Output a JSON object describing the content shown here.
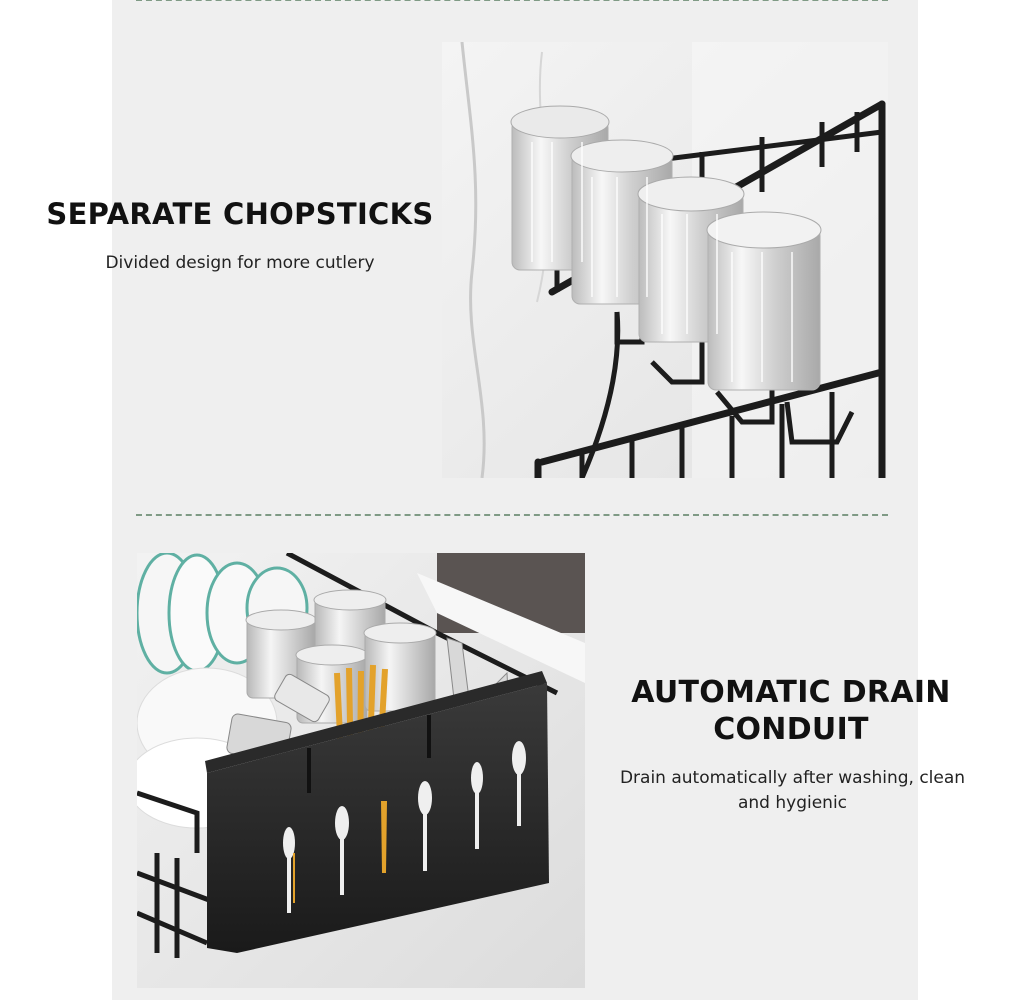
{
  "section1": {
    "title": "SEPARATE CHOPSTICKS",
    "subtitle": "Divided design for more cutlery",
    "image_alt": "glass-cup-holder-rack-photo"
  },
  "section2": {
    "title_line1": "AUTOMATIC DRAIN",
    "title_line2": "CONDUIT",
    "subtitle_line1": "Drain automatically after washing, clean",
    "subtitle_line2": "and hygienic",
    "image_alt": "dish-rack-cutlery-holder-photo"
  },
  "colors": {
    "panel_bg": "#efefef",
    "divider": "#7f9a85",
    "rack": "#1c1c1c",
    "text": "#111111"
  }
}
